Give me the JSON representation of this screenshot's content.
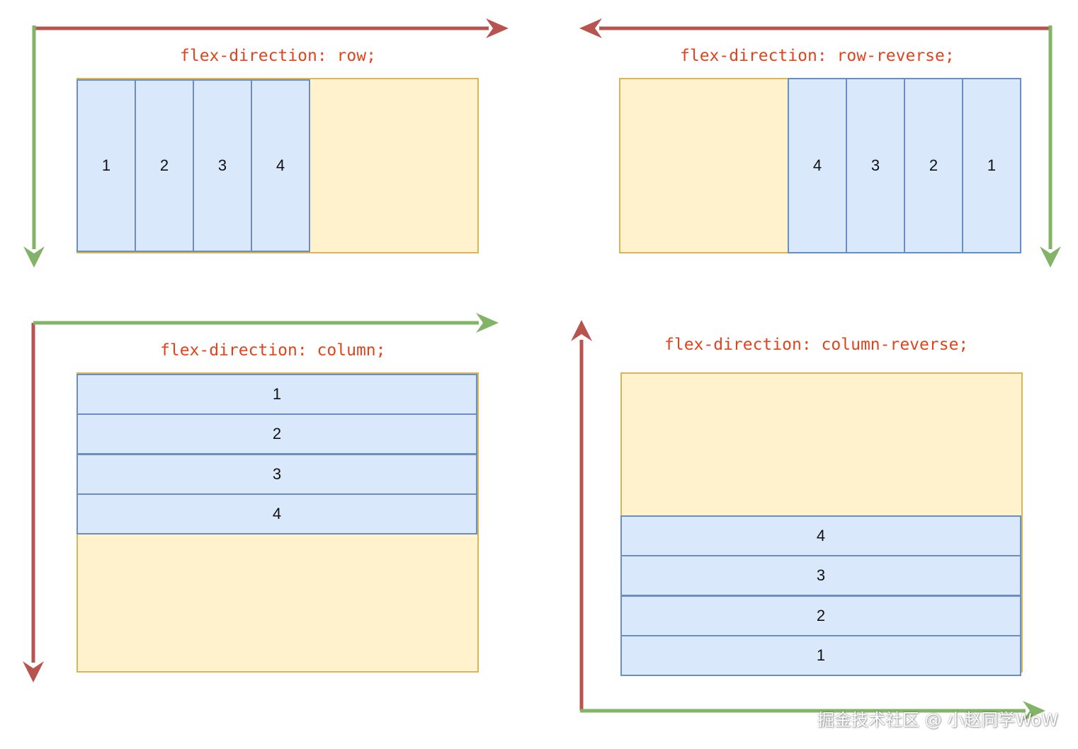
{
  "colors": {
    "main_axis_red": "#b85450",
    "cross_axis_green": "#82b366",
    "caption_orange": "#e0441c",
    "container_fill": "#fff2cc",
    "container_border": "#d6b656",
    "item_fill": "#dae8fc",
    "item_border": "#6c8ebf"
  },
  "panels": {
    "row": {
      "caption": "flex-direction: row;",
      "items": [
        "1",
        "2",
        "3",
        "4"
      ]
    },
    "row_reverse": {
      "caption": "flex-direction: row-reverse;",
      "items": [
        "4",
        "3",
        "2",
        "1"
      ]
    },
    "column": {
      "caption": "flex-direction: column;",
      "items": [
        "1",
        "2",
        "3",
        "4"
      ]
    },
    "column_reverse": {
      "caption": "flex-direction: column-reverse;",
      "items": [
        "4",
        "3",
        "2",
        "1"
      ]
    }
  },
  "watermark": "掘金技术社区 @ 小赵同学WoW"
}
